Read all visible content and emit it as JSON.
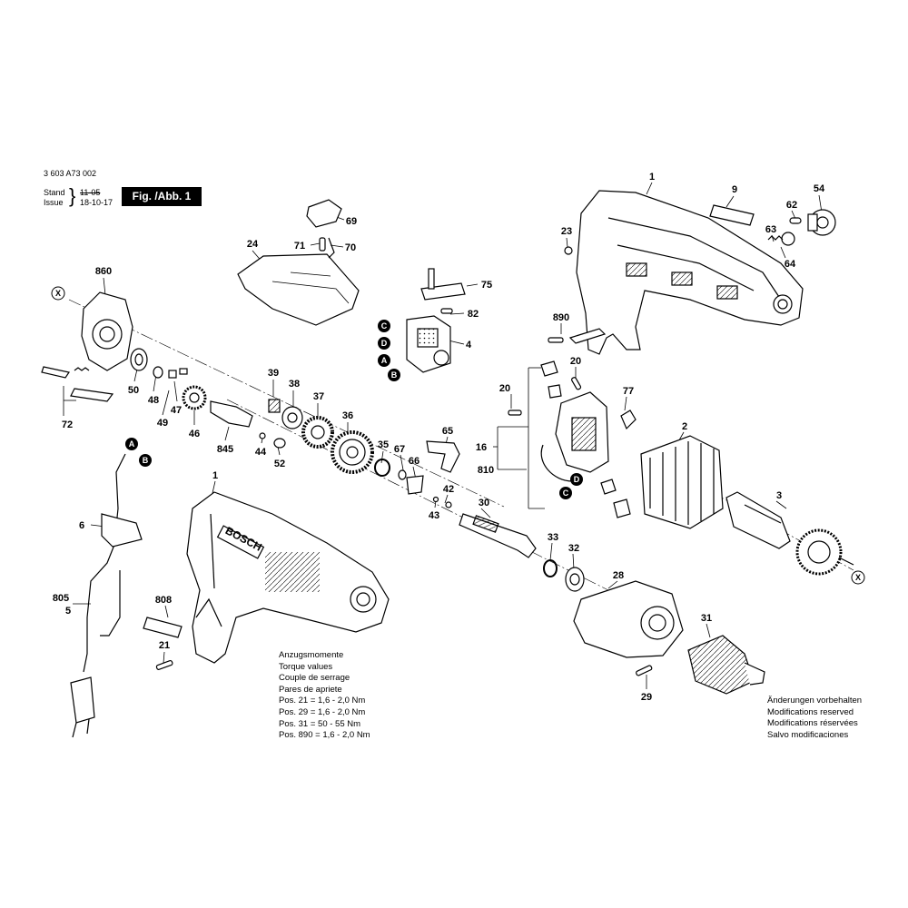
{
  "header": {
    "doc_number": "3 603 A73 002",
    "stand_label": "Stand",
    "issue_label": "Issue",
    "stand_date": "11-05",
    "issue_date": "18-10-17",
    "figure_label": "Fig. /Abb. 1"
  },
  "callouts": [
    {
      "id": "c1a",
      "label": "1"
    },
    {
      "id": "c9",
      "label": "9"
    },
    {
      "id": "c54",
      "label": "54"
    },
    {
      "id": "c62",
      "label": "62"
    },
    {
      "id": "c63",
      "label": "63"
    },
    {
      "id": "c64",
      "label": "64"
    },
    {
      "id": "c23",
      "label": "23"
    },
    {
      "id": "c69",
      "label": "69"
    },
    {
      "id": "c71",
      "label": "71"
    },
    {
      "id": "c70",
      "label": "70"
    },
    {
      "id": "c24",
      "label": "24"
    },
    {
      "id": "c860",
      "label": "860"
    },
    {
      "id": "c75",
      "label": "75"
    },
    {
      "id": "c82",
      "label": "82"
    },
    {
      "id": "c4",
      "label": "4"
    },
    {
      "id": "c890",
      "label": "890"
    },
    {
      "id": "c20a",
      "label": "20"
    },
    {
      "id": "c20b",
      "label": "20"
    },
    {
      "id": "c77",
      "label": "77"
    },
    {
      "id": "c39",
      "label": "39"
    },
    {
      "id": "c38",
      "label": "38"
    },
    {
      "id": "c37",
      "label": "37"
    },
    {
      "id": "c36",
      "label": "36"
    },
    {
      "id": "c50",
      "label": "50"
    },
    {
      "id": "c48",
      "label": "48"
    },
    {
      "id": "c47",
      "label": "47"
    },
    {
      "id": "c49",
      "label": "49"
    },
    {
      "id": "c46",
      "label": "46"
    },
    {
      "id": "c72",
      "label": "72"
    },
    {
      "id": "c845",
      "label": "845"
    },
    {
      "id": "c44",
      "label": "44"
    },
    {
      "id": "c52",
      "label": "52"
    },
    {
      "id": "c35",
      "label": "35"
    },
    {
      "id": "c65",
      "label": "65"
    },
    {
      "id": "c67",
      "label": "67"
    },
    {
      "id": "c66",
      "label": "66"
    },
    {
      "id": "c16",
      "label": "16"
    },
    {
      "id": "c810",
      "label": "810"
    },
    {
      "id": "c2",
      "label": "2"
    },
    {
      "id": "c3",
      "label": "3"
    },
    {
      "id": "c42",
      "label": "42"
    },
    {
      "id": "c43",
      "label": "43"
    },
    {
      "id": "c30",
      "label": "30"
    },
    {
      "id": "c33",
      "label": "33"
    },
    {
      "id": "c32",
      "label": "32"
    },
    {
      "id": "c28",
      "label": "28"
    },
    {
      "id": "c6",
      "label": "6"
    },
    {
      "id": "c805",
      "label": "805"
    },
    {
      "id": "c5",
      "label": "5"
    },
    {
      "id": "c1b",
      "label": "1"
    },
    {
      "id": "c808",
      "label": "808"
    },
    {
      "id": "c21",
      "label": "21"
    },
    {
      "id": "c31",
      "label": "31"
    },
    {
      "id": "c29",
      "label": "29"
    }
  ],
  "markers": {
    "c": "C",
    "d": "D",
    "a": "A",
    "b": "B",
    "x": "X"
  },
  "torque_notes": {
    "lines": [
      "Anzugsmomente",
      "Torque values",
      "Couple de serrage",
      "Pares de apriete",
      "Pos.   21 = 1,6 - 2,0 Nm",
      "Pos.   29 = 1,6 - 2,0 Nm",
      "Pos.   31 = 50  -  55 Nm",
      "Pos.  890 = 1,6 - 2,0 Nm"
    ]
  },
  "change_notes": {
    "lines": [
      "Änderungen vorbehalten",
      "Modifications reserved",
      "Modifications réservées",
      "Salvo modificaciones"
    ]
  }
}
